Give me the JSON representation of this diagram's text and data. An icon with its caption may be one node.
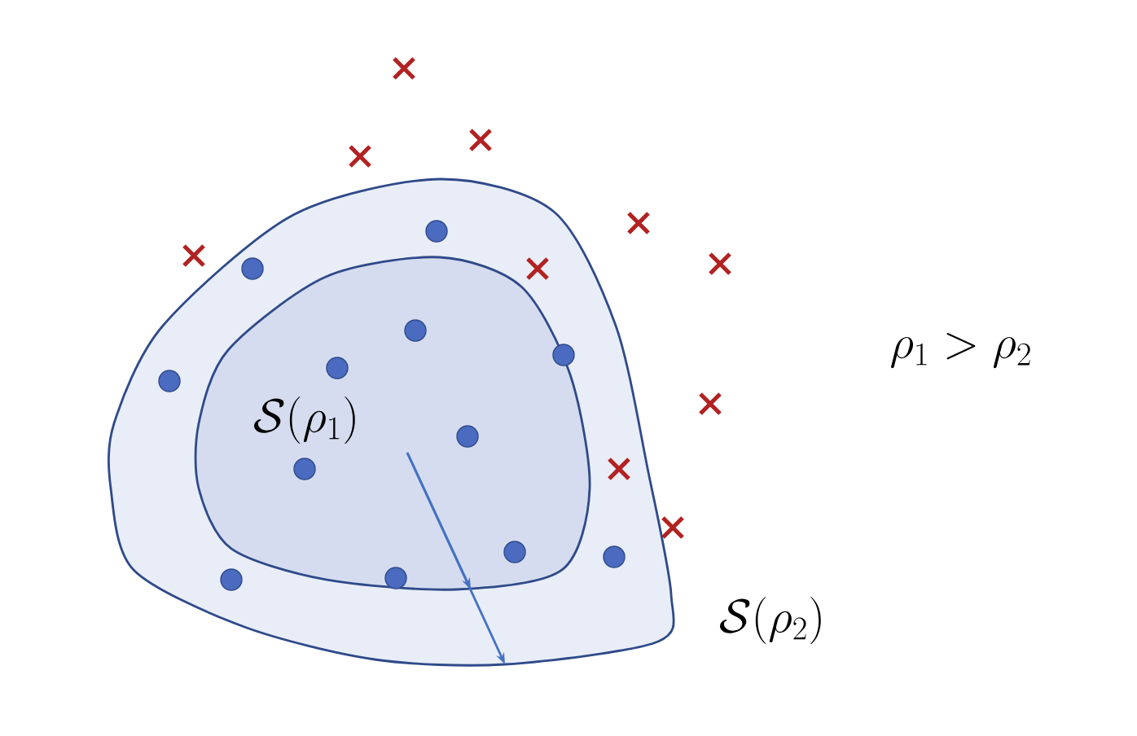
{
  "diagram": {
    "nodes": [
      {
        "text": [
          "\\mathcal{S}(\\rho_2)"
        ]
      },
      {
        "text": [
          "\\mathcal{S}(\\rho_1)"
        ],
        "in": 0
      }
    ],
    "labels": [
      "\\rho_1 > \\rho_2"
    ]
  }
}
